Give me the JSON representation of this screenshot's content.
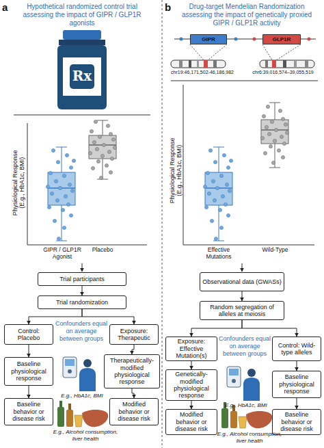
{
  "diagram": {
    "nodes": [
      {
        "text": [
          "Trial participants"
        ]
      },
      {
        "text": [
          "Trial randomization"
        ]
      },
      {
        "text": [
          "Control: Placebo"
        ]
      },
      {
        "text": [
          "Exposure: Therapeutic"
        ]
      },
      {
        "text": [
          "Baseline physiological response"
        ]
      },
      {
        "text": [
          "Therapeutically-modified physiological response"
        ]
      },
      {
        "text": [
          "Baseline behavior or disease risk"
        ]
      },
      {
        "text": [
          "Modified behavior or disease risk"
        ]
      },
      {
        "text": [
          "GIPR"
        ]
      },
      {
        "text": [
          "GLP1R"
        ]
      },
      {
        "text": [
          "Observational data (GWASs)"
        ]
      },
      {
        "text": [
          "Random segregation of alleles at meiosis"
        ]
      },
      {
        "text": [
          "Exposure: Effective Mutation(s)"
        ]
      },
      {
        "text": [
          "Control: Wild-type alleles"
        ]
      },
      {
        "text": [
          "Genetically-modified physiological response"
        ]
      },
      {
        "text": [
          "Baseline physiological response"
        ]
      },
      {
        "text": [
          "Modified behavior or disease risk"
        ]
      },
      {
        "text": [
          "Baseline behavior or disease risk"
        ]
      }
    ],
    "edges": [
      {
        "from": 0,
        "to": 1,
        "arrow": "to"
      },
      {
        "from": 1,
        "to": 2,
        "arrow": "to"
      },
      {
        "from": 1,
        "to": 3,
        "arrow": "to"
      },
      {
        "from": 2,
        "to": 4,
        "arrow": "to"
      },
      {
        "from": 3,
        "to": 5,
        "arrow": "to"
      },
      {
        "from": 4,
        "to": 6,
        "arrow": "to"
      },
      {
        "from": 5,
        "to": 7,
        "arrow": "to"
      },
      {
        "from": 10,
        "to": 11,
        "arrow": "to"
      },
      {
        "from": 11,
        "to": 12,
        "arrow": "to"
      },
      {
        "from": 11,
        "to": 13,
        "arrow": "to"
      },
      {
        "from": 12,
        "to": 14,
        "arrow": "to"
      },
      {
        "from": 13,
        "to": 15,
        "arrow": "to"
      },
      {
        "from": 14,
        "to": 16,
        "arrow": "to"
      },
      {
        "from": 15,
        "to": 17,
        "arrow": "to"
      }
    ],
    "labels": [
      "a",
      "Hypothetical randomized control trial assessing the impact of GIPR / GLP1R agonists",
      "Rx",
      "Physiological Response (E.g., HbA1c, BMI)",
      "GIPR / GLP1R Agonist",
      "Placebo",
      "Confounders equal on average between groups",
      "E.g., HbA1c, BMI",
      "E.g., Alcohol consumption, liver health",
      "b",
      "Drug-target Mendelian Randomization assessing the impact of genetically proxied GIPR / GLP1R activity",
      "chr19:46,171,502-46,186,982",
      "chr6:39,016,574–39,055,519",
      "Physiological Response (E.g., HbA1c, BMI)",
      "Effective Mutations",
      "Wild-Type",
      "Confounders equal on average between groups",
      "E.g., HbA1c, BMI",
      "E.g., Alcohol consumption, liver health"
    ]
  }
}
